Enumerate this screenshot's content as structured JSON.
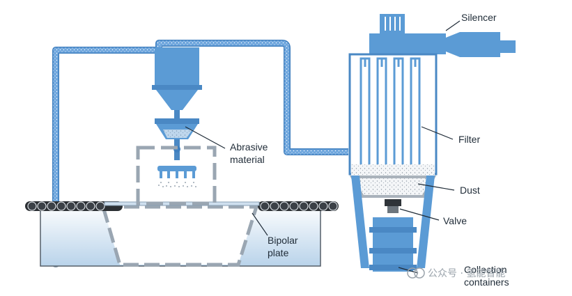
{
  "diagram": {
    "labels": {
      "silencer": "Silencer",
      "filter": "Filter",
      "dust": "Dust",
      "valve": "Valve",
      "abrasive_line1": "Abrasive",
      "abrasive_line2": "material",
      "bipolar_line1": "Bipolar",
      "bipolar_line2": "plate",
      "collection_line1": "Collection",
      "collection_line2": "containers"
    },
    "watermark": "公众号 · 氢能智能"
  },
  "colors": {
    "equipment_blue": "#5b9bd5",
    "equipment_dark": "#3f7fbf",
    "pipe_fill": "#6ea6dd",
    "panel_light": "#d7e8f5",
    "label_text": "#1f2b37"
  }
}
